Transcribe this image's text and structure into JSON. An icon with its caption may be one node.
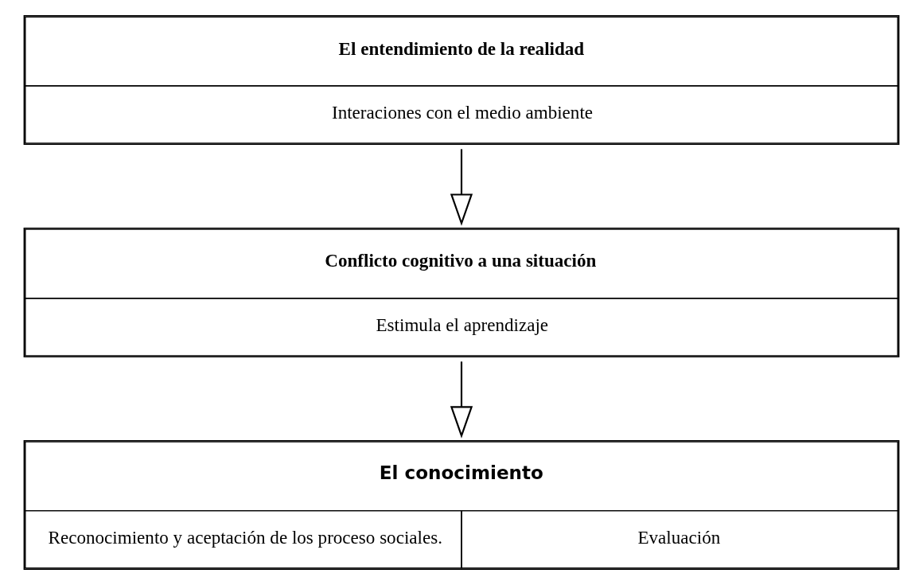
{
  "diagram": {
    "nodes": [
      {
        "text": [
          "El entendimiento de la realidad",
          "Interaciones con el medio ambiente"
        ]
      },
      {
        "text": [
          "Conflicto cognitivo a una situación",
          "Estimula el aprendizaje"
        ]
      },
      {
        "text": [
          "El conocimiento",
          "Reconocimiento y aceptación de los proceso sociales.",
          "Evaluación"
        ]
      }
    ],
    "edges": [
      {
        "from": 0,
        "to": 1,
        "arrow": "to"
      },
      {
        "from": 1,
        "to": 2,
        "arrow": "to"
      }
    ]
  }
}
